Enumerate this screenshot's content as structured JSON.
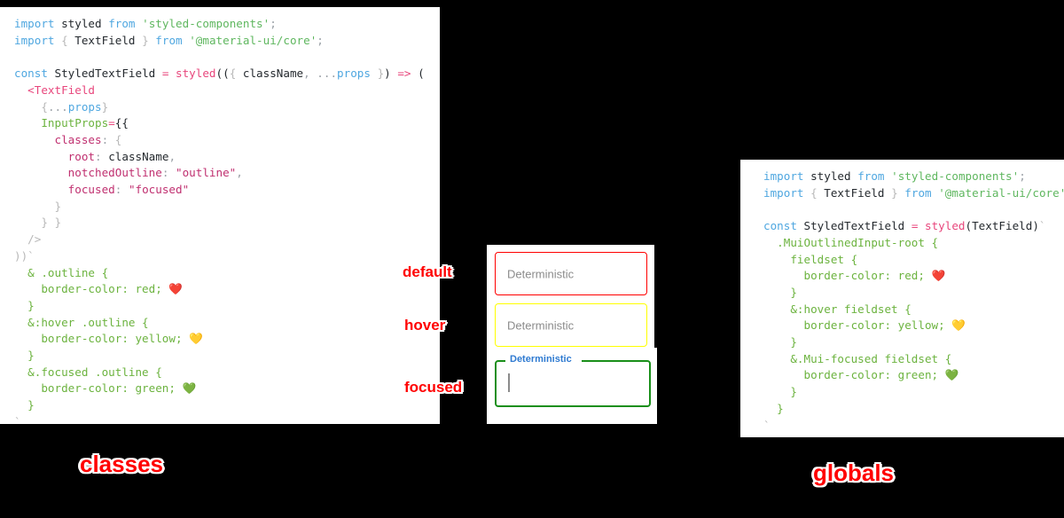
{
  "panels": {
    "classes": {
      "caption": "classes",
      "lines": [
        [
          {
            "t": "import",
            "c": "kw"
          },
          {
            "t": " ",
            "c": "id"
          },
          {
            "t": "styled",
            "c": "id"
          },
          {
            "t": " ",
            "c": "id"
          },
          {
            "t": "from",
            "c": "kw"
          },
          {
            "t": " ",
            "c": "id"
          },
          {
            "t": "'styled-components'",
            "c": "str"
          },
          {
            "t": ";",
            "c": "punct"
          }
        ],
        [
          {
            "t": "import",
            "c": "kw"
          },
          {
            "t": " ",
            "c": "id"
          },
          {
            "t": "{",
            "c": "dim"
          },
          {
            "t": " TextField ",
            "c": "id"
          },
          {
            "t": "}",
            "c": "dim"
          },
          {
            "t": " ",
            "c": "id"
          },
          {
            "t": "from",
            "c": "kw"
          },
          {
            "t": " ",
            "c": "id"
          },
          {
            "t": "'@material-ui/core'",
            "c": "str"
          },
          {
            "t": ";",
            "c": "punct"
          }
        ],
        [],
        [
          {
            "t": "const",
            "c": "kw"
          },
          {
            "t": " StyledTextField ",
            "c": "id"
          },
          {
            "t": "=",
            "c": "op"
          },
          {
            "t": " ",
            "c": "id"
          },
          {
            "t": "styled",
            "c": "fn"
          },
          {
            "t": "((",
            "c": "id"
          },
          {
            "t": "{",
            "c": "dim"
          },
          {
            "t": " className",
            "c": "id"
          },
          {
            "t": ",",
            "c": "punct"
          },
          {
            "t": " ",
            "c": "id"
          },
          {
            "t": "...",
            "c": "punct"
          },
          {
            "t": "props",
            "c": "prop"
          },
          {
            "t": " ",
            "c": "id"
          },
          {
            "t": "}",
            "c": "dim"
          },
          {
            "t": ")",
            "c": "id"
          },
          {
            "t": " ",
            "c": "id"
          },
          {
            "t": "=>",
            "c": "op"
          },
          {
            "t": " (",
            "c": "id"
          }
        ],
        [
          {
            "t": "  ",
            "c": "id"
          },
          {
            "t": "<TextField",
            "c": "tag"
          }
        ],
        [
          {
            "t": "    ",
            "c": "id"
          },
          {
            "t": "{",
            "c": "dim"
          },
          {
            "t": "...",
            "c": "punct"
          },
          {
            "t": "props",
            "c": "prop"
          },
          {
            "t": "}",
            "c": "dim"
          }
        ],
        [
          {
            "t": "    ",
            "c": "id"
          },
          {
            "t": "InputProps",
            "c": "attr"
          },
          {
            "t": "=",
            "c": "op"
          },
          {
            "t": "{{",
            "c": "id"
          }
        ],
        [
          {
            "t": "      ",
            "c": "id"
          },
          {
            "t": "classes",
            "c": "key"
          },
          {
            "t": ":",
            "c": "punct"
          },
          {
            "t": " ",
            "c": "id"
          },
          {
            "t": "{",
            "c": "dim"
          }
        ],
        [
          {
            "t": "        ",
            "c": "id"
          },
          {
            "t": "root",
            "c": "key"
          },
          {
            "t": ":",
            "c": "punct"
          },
          {
            "t": " className",
            "c": "id"
          },
          {
            "t": ",",
            "c": "punct"
          }
        ],
        [
          {
            "t": "        ",
            "c": "id"
          },
          {
            "t": "notchedOutline",
            "c": "key"
          },
          {
            "t": ":",
            "c": "punct"
          },
          {
            "t": " ",
            "c": "id"
          },
          {
            "t": "\"outline\"",
            "c": "val"
          },
          {
            "t": ",",
            "c": "punct"
          }
        ],
        [
          {
            "t": "        ",
            "c": "id"
          },
          {
            "t": "focused",
            "c": "key"
          },
          {
            "t": ":",
            "c": "punct"
          },
          {
            "t": " ",
            "c": "id"
          },
          {
            "t": "\"focused\"",
            "c": "val"
          }
        ],
        [
          {
            "t": "      ",
            "c": "id"
          },
          {
            "t": "}",
            "c": "dim"
          }
        ],
        [
          {
            "t": "    ",
            "c": "id"
          },
          {
            "t": "} }",
            "c": "dim"
          }
        ],
        [
          {
            "t": "  ",
            "c": "id"
          },
          {
            "t": "/>",
            "c": "dim"
          }
        ],
        [
          {
            "t": "))",
            "c": "dim"
          },
          {
            "t": "`",
            "c": "dim"
          }
        ],
        [
          {
            "t": "  & .outline {",
            "c": "css"
          }
        ],
        [
          {
            "t": "    border-color: red; ",
            "c": "css"
          },
          {
            "t": "❤️",
            "c": "emoji"
          }
        ],
        [
          {
            "t": "  }",
            "c": "css"
          }
        ],
        [
          {
            "t": "  &:hover .outline {",
            "c": "css"
          }
        ],
        [
          {
            "t": "    border-color: yellow; ",
            "c": "css"
          },
          {
            "t": "💛",
            "c": "emoji"
          }
        ],
        [
          {
            "t": "  }",
            "c": "css"
          }
        ],
        [
          {
            "t": "  &.focused .outline {",
            "c": "css"
          }
        ],
        [
          {
            "t": "    border-color: green; ",
            "c": "css"
          },
          {
            "t": "💚",
            "c": "emoji"
          }
        ],
        [
          {
            "t": "  }",
            "c": "css"
          }
        ],
        [
          {
            "t": "`",
            "c": "dim"
          }
        ],
        [
          {
            "t": " ;",
            "c": "dim"
          }
        ]
      ]
    },
    "globals": {
      "caption": "globals",
      "lines": [
        [
          {
            "t": "import",
            "c": "kw"
          },
          {
            "t": " ",
            "c": "id"
          },
          {
            "t": "styled",
            "c": "id"
          },
          {
            "t": " ",
            "c": "id"
          },
          {
            "t": "from",
            "c": "kw"
          },
          {
            "t": " ",
            "c": "id"
          },
          {
            "t": "'styled-components'",
            "c": "str"
          },
          {
            "t": ";",
            "c": "punct"
          }
        ],
        [
          {
            "t": "import",
            "c": "kw"
          },
          {
            "t": " ",
            "c": "id"
          },
          {
            "t": "{",
            "c": "dim"
          },
          {
            "t": " TextField ",
            "c": "id"
          },
          {
            "t": "}",
            "c": "dim"
          },
          {
            "t": " ",
            "c": "id"
          },
          {
            "t": "from",
            "c": "kw"
          },
          {
            "t": " ",
            "c": "id"
          },
          {
            "t": "'@material-ui/core'",
            "c": "str"
          },
          {
            "t": ";",
            "c": "punct"
          }
        ],
        [],
        [
          {
            "t": "const",
            "c": "kw"
          },
          {
            "t": " StyledTextField ",
            "c": "id"
          },
          {
            "t": "=",
            "c": "op"
          },
          {
            "t": " ",
            "c": "id"
          },
          {
            "t": "styled",
            "c": "fn"
          },
          {
            "t": "(TextField)",
            "c": "id"
          },
          {
            "t": "`",
            "c": "dim"
          }
        ],
        [
          {
            "t": "  .MuiOutlinedInput-root {",
            "c": "css"
          }
        ],
        [
          {
            "t": "    fieldset {",
            "c": "css"
          }
        ],
        [
          {
            "t": "      border-color: red; ",
            "c": "css"
          },
          {
            "t": "❤️",
            "c": "emoji"
          }
        ],
        [
          {
            "t": "    }",
            "c": "css"
          }
        ],
        [
          {
            "t": "    &:hover fieldset {",
            "c": "css"
          }
        ],
        [
          {
            "t": "      border-color: yellow; ",
            "c": "css"
          },
          {
            "t": "💛",
            "c": "emoji"
          }
        ],
        [
          {
            "t": "    }",
            "c": "css"
          }
        ],
        [
          {
            "t": "    &.Mui-focused fieldset {",
            "c": "css"
          }
        ],
        [
          {
            "t": "      border-color: green; ",
            "c": "css"
          },
          {
            "t": "💚",
            "c": "emoji"
          }
        ],
        [
          {
            "t": "    }",
            "c": "css"
          }
        ],
        [
          {
            "t": "  }",
            "c": "css"
          }
        ],
        [
          {
            "t": "`",
            "c": "dim"
          }
        ],
        [
          {
            "t": " ;",
            "c": "dim"
          }
        ]
      ]
    }
  },
  "demo": {
    "fields": [
      {
        "state": "default",
        "label": "Deterministic",
        "border_color": "#ff0000"
      },
      {
        "state": "hover",
        "label": "Deterministic",
        "border_color": "#ffff00"
      },
      {
        "state": "focused",
        "label": "Deterministic",
        "border_color": "#1a8f1a",
        "label_color": "#2e7ad1"
      }
    ]
  },
  "annotations": {
    "default": "default",
    "hover": "hover",
    "focused": "focused"
  },
  "colors": {
    "background": "#000000",
    "panel": "#ffffff",
    "annotation": "#ff0000",
    "red": "#ff0000",
    "yellow": "#ffff00",
    "green": "#1a8f1a",
    "label_blue": "#2e7ad1"
  }
}
